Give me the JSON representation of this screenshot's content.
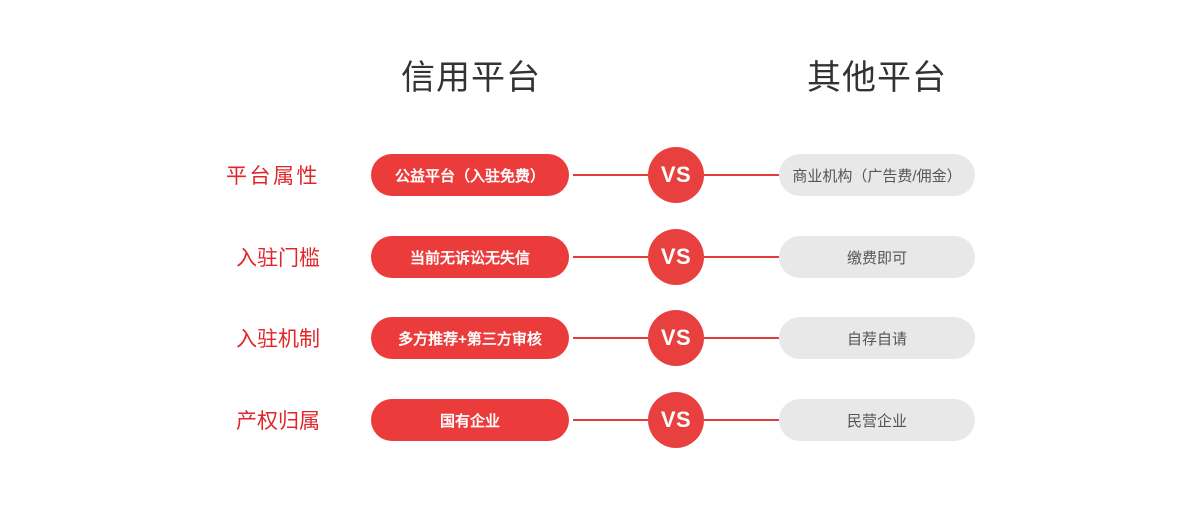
{
  "colors": {
    "background": "#ffffff",
    "accent_red": "#ec3b3b",
    "label_red": "#e0262a",
    "badge_red": "#e8403f",
    "grey_pill": "#e8e8e8",
    "grey_text": "#555555",
    "header_text": "#333333"
  },
  "headers": {
    "left": "信用平台",
    "right": "其他平台"
  },
  "vs_label": "VS",
  "rows": [
    {
      "label": "平台属性",
      "left_value": "公益平台（入驻免费）",
      "right_value": "商业机构（广告费/佣金）",
      "vs": "VS"
    },
    {
      "label": "入驻门槛",
      "left_value": "当前无诉讼无失信",
      "right_value": "缴费即可",
      "vs": "VS"
    },
    {
      "label": "入驻机制",
      "left_value": "多方推荐+第三方审核",
      "right_value": "自荐自请",
      "vs": "VS"
    },
    {
      "label": "产权归属",
      "left_value": "国有企业",
      "right_value": "民营企业",
      "vs": "VS"
    }
  ]
}
